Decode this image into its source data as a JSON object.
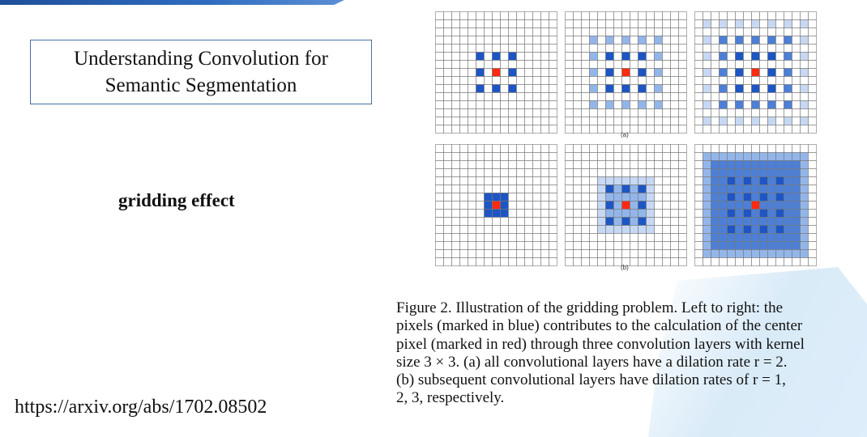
{
  "slide": {
    "title": "Understanding Convolution for\nSemantic Segmentation",
    "subtitle": "gridding effect",
    "url": "https://arxiv.org/abs/1702.08502"
  },
  "figure": {
    "label_a": "(a)",
    "label_b": "(b)",
    "caption_lines": [
      "Figure 2. Illustration of the gridding problem.  Left to right:  the",
      "pixels (marked in blue) contributes to the calculation of the center",
      "pixel (marked in red) through three convolution layers with kernel",
      "size 3 × 3. (a) all convolutional layers have a dilation rate r = 2.",
      "(b) subsequent convolutional layers have dilation rates of r = 1,",
      "2, 3, respectively."
    ]
  },
  "colors": {
    "dark_blue": "#1d56c4",
    "mid_blue": "#4d7fd6",
    "light_blue": "#93b6ea",
    "pale_blue": "#c6d8f4",
    "red": "#ff2a10",
    "grid_line": "#777777"
  }
}
